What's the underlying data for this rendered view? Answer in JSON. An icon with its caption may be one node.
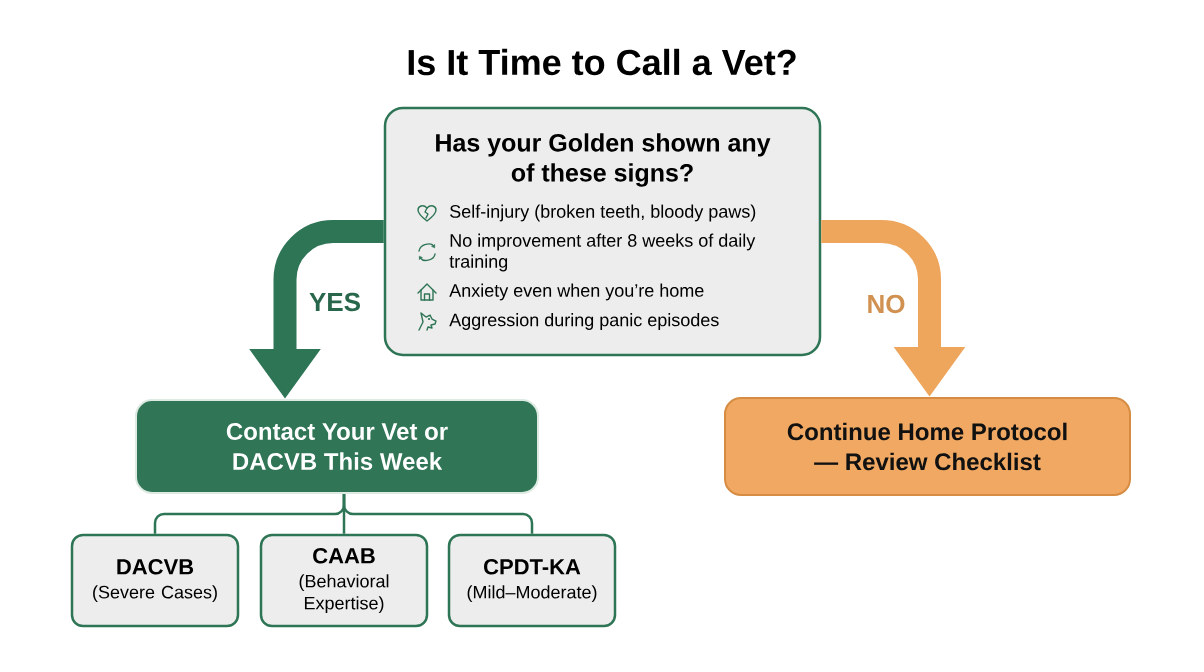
{
  "diagram": {
    "title": "Is It Time to Call a Vet?",
    "nodes": [
      {
        "text": [
          "Has your Golden shown any of these signs?",
          "Self-injury (broken teeth, bloody paws)",
          "No improvement after 8 weeks of daily training",
          "Anxiety even when you’re home",
          "Aggression during panic episodes"
        ]
      },
      {
        "text": [
          "Contact Your Vet or DACVB This Week"
        ]
      },
      {
        "text": [
          "Continue Home Protocol — Review Checklist"
        ]
      },
      {
        "text": [
          "DACVB",
          "(Severe Cases)"
        ]
      },
      {
        "text": [
          "CAAB",
          "(Behavioral Expertise)"
        ]
      },
      {
        "text": [
          "CPDT-KA",
          "(Mild–Moderate)"
        ]
      }
    ],
    "edges": [
      {
        "from": 0,
        "to": 1,
        "arrow": "to",
        "label": "YES",
        "style": "thick"
      },
      {
        "from": 0,
        "to": 2,
        "arrow": "to",
        "label": "NO",
        "style": "thick",
        "color": "#eea55c"
      },
      {
        "from": 1,
        "to": 3,
        "arrow": "none"
      },
      {
        "from": 1,
        "to": 4,
        "arrow": "none"
      },
      {
        "from": 1,
        "to": 5,
        "arrow": "none"
      }
    ]
  }
}
